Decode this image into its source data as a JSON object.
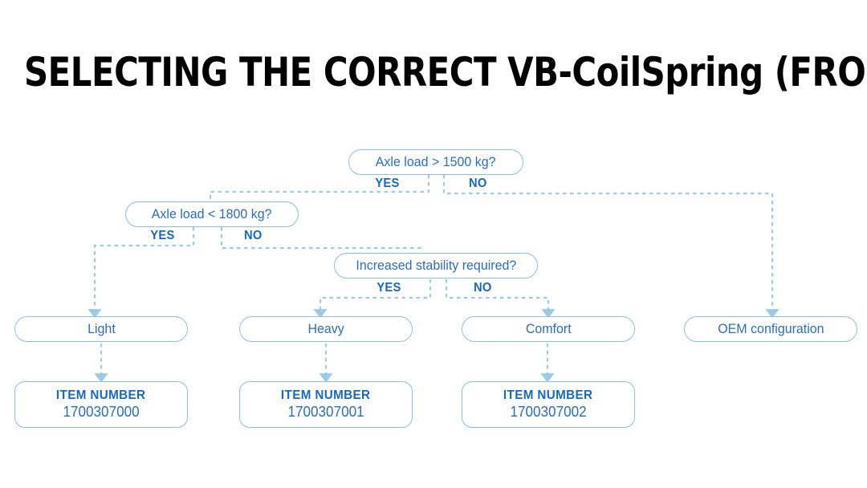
{
  "page": {
    "title": "SELECTING THE CORRECT VB-CoilSpring (FRONT AXLE)",
    "background": "#ffffff"
  },
  "colors": {
    "title_text": "#000000",
    "node_border": "#8fbedf",
    "node_text": "#2e6db4",
    "branch_label": "#1569be",
    "connector": "#9dc8e6",
    "item_label": "#1569be"
  },
  "flowchart": {
    "type": "decision-tree",
    "decisions": [
      {
        "id": "d1",
        "question": "Axle load > 1500 kg?",
        "yes_label": "YES",
        "no_label": "NO",
        "yes_target": "d2",
        "no_target": "c4"
      },
      {
        "id": "d2",
        "question": "Axle load < 1800 kg?",
        "yes_label": "YES",
        "no_label": "NO",
        "yes_target": "c1",
        "no_target": "d3"
      },
      {
        "id": "d3",
        "question": "Increased stability required?",
        "yes_label": "YES",
        "no_label": "NO",
        "yes_target": "c2",
        "no_target": "c3"
      }
    ],
    "categories": [
      {
        "id": "c1",
        "label": "Light"
      },
      {
        "id": "c2",
        "label": "Heavy"
      },
      {
        "id": "c3",
        "label": "Comfort"
      },
      {
        "id": "c4",
        "label": "OEM configuration"
      }
    ],
    "results": [
      {
        "id": "r1",
        "heading": "ITEM NUMBER",
        "number": "1700307000",
        "from": "c1"
      },
      {
        "id": "r2",
        "heading": "ITEM NUMBER",
        "number": "1700307001",
        "from": "c2"
      },
      {
        "id": "r3",
        "heading": "ITEM NUMBER",
        "number": "1700307002",
        "from": "c3"
      }
    ]
  }
}
